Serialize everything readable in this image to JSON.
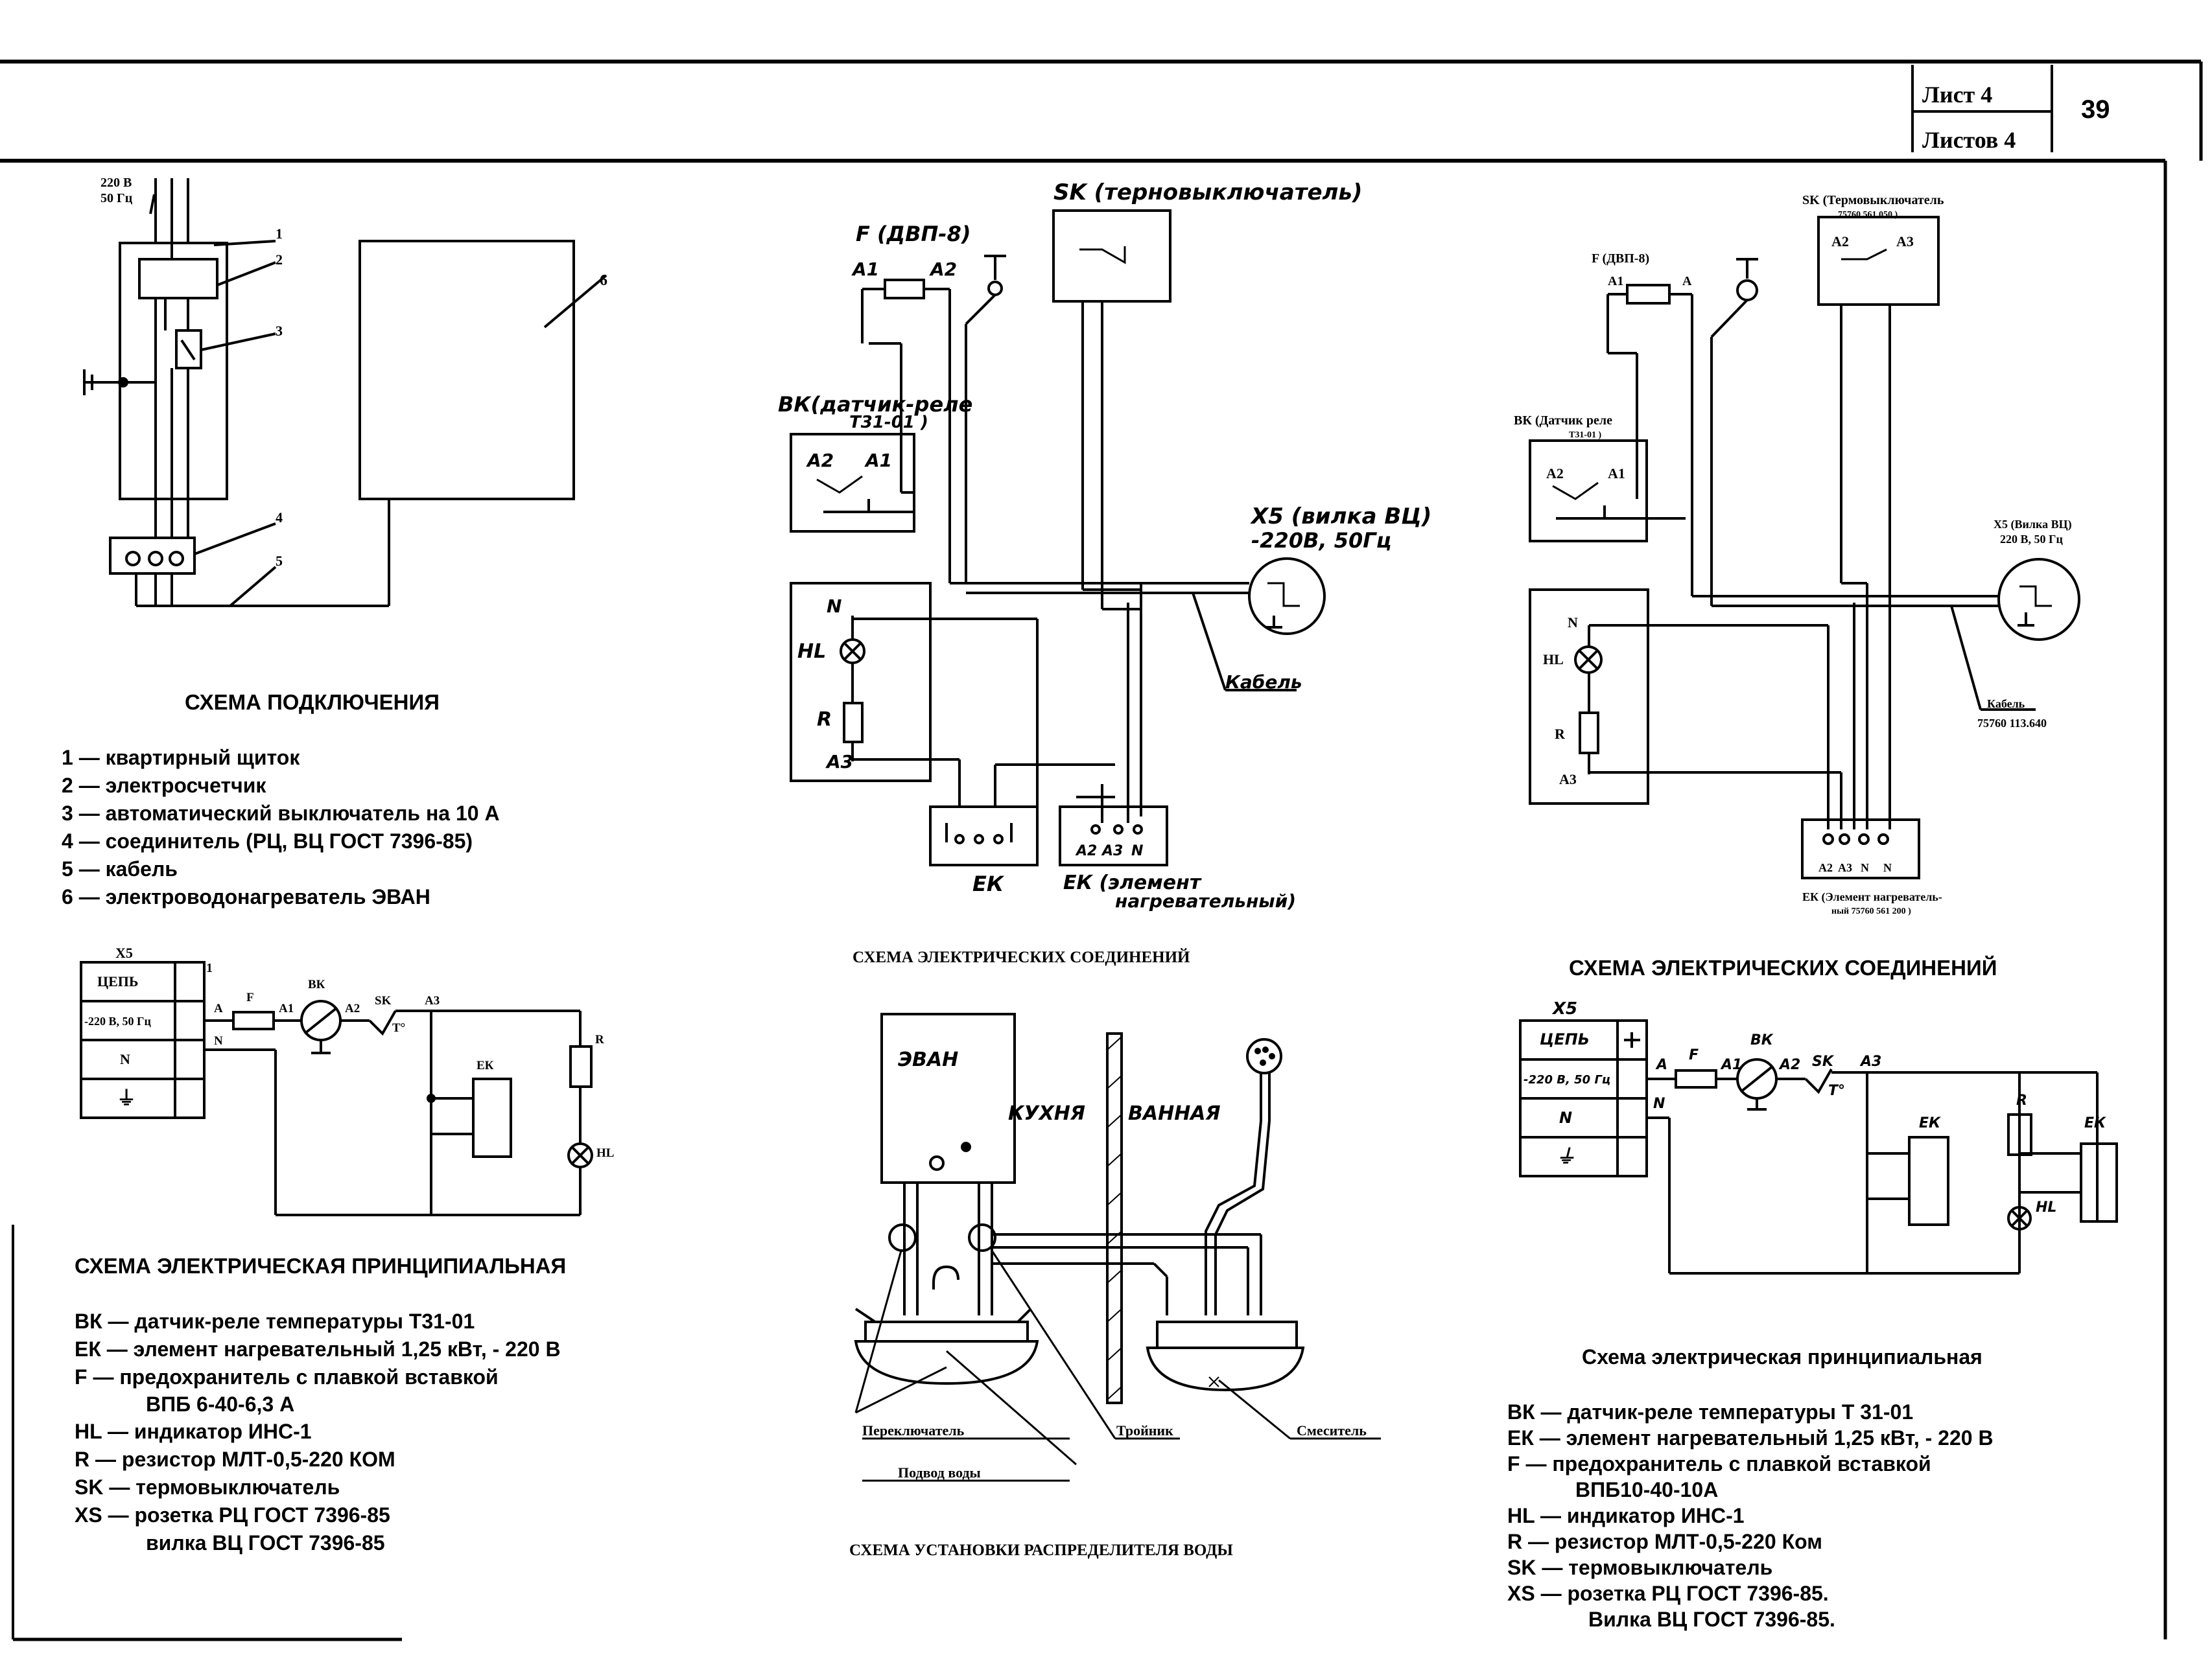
{
  "header": {
    "sheet_label": "Лист 4",
    "sheets_total_label": "Листов 4",
    "page_number": "39"
  },
  "connection": {
    "supply": [
      "220 В",
      "50 Гц"
    ],
    "callouts": [
      "1",
      "2",
      "3",
      "4",
      "5",
      "6"
    ],
    "title": "СХЕМА ПОДКЛЮЧЕНИЯ",
    "legend": [
      "1 — квартирный щиток",
      "2 — электросчетчик",
      "3 — автоматический выключатель на 10 А",
      "4 — соединитель (РЦ, ВЦ ГОСТ 7396-85)",
      "5 — кабель",
      "6 — электроводонагреватель ЭВАН"
    ]
  },
  "principal1": {
    "table": {
      "designator": "X5",
      "rows": [
        "ЦЕПЬ",
        "-220 В, 50 Гц",
        "N",
        "⏚"
      ],
      "num": "1"
    },
    "labels": [
      "A",
      "F",
      "A1",
      "ВК",
      "A2",
      "SK",
      "T°",
      "A3",
      "N",
      "ЕК",
      "R",
      "HL"
    ],
    "title": "СХЕМА ЭЛЕКТРИЧЕСКАЯ ПРИНЦИПИАЛЬНАЯ",
    "legend": [
      "ВК — датчик-реле температуры Т31-01",
      "ЕК — элемент нагревательный 1,25 кВт, - 220 В",
      "F —  предохранитель с плавкой вставкой",
      "ВПБ 6-40-6,3 А",
      "HL — индикатор ИНС-1",
      "R —  резистор МЛТ-0,5-220 КОМ",
      "SK — термовыключатель",
      "XS — розетка РЦ ГОСТ 7396-85",
      "вилка ВЦ ГОСТ 7396-85"
    ]
  },
  "wiring1": {
    "sk_label": "SK (терновыключатель)",
    "f_label": "F (ДВП-8)",
    "f_pins": [
      "A1",
      "A2"
    ],
    "bk_label": "ВК(датчик-реле",
    "bk_model": "Т31-01 )",
    "bk_pins": [
      "A2",
      "A1"
    ],
    "xs_label": "X5 (вилка ВЦ)",
    "xs_rating": "-220В, 50Гц",
    "panel_labels": [
      "N",
      "HL",
      "R",
      "A3"
    ],
    "cable_label": "Кабель",
    "ek_label": "ЕК",
    "ek2_label": "ЕК (элемент",
    "ek2_sub": "нагревательный)",
    "ek_pins": [
      "A2",
      "A3",
      "N"
    ],
    "title": "СХЕМА ЭЛЕКТРИЧЕСКИХ СОЕДИНЕНИЙ"
  },
  "wiring2": {
    "sk_label": "SK (Термовыключатель",
    "sk_sub": "75760 561 050 )",
    "f_label": "F (ДВП-8)",
    "f_pins": [
      "A1",
      "A"
    ],
    "bk_label": "ВК (Датчик реле",
    "bk_model": "Т31-01 )",
    "bk_pins": [
      "A2",
      "A1"
    ],
    "sk_pins": [
      "A2",
      "A3"
    ],
    "xs_label": "X5 (Вилка ВЦ)",
    "xs_rating": "220 В, 50 Гц",
    "panel_labels": [
      "N",
      "HL",
      "R",
      "A3"
    ],
    "cable_label": "Кабель",
    "cable_code": "75760 113.640",
    "ek_label": "ЕК (Элемент нагреватель-",
    "ek_sub": "ный 75760 561 200 )",
    "ek_pins": [
      "A2",
      "A3",
      "N",
      "N"
    ],
    "title": "СХЕМА ЭЛЕКТРИЧЕСКИХ СОЕДИНЕНИЙ"
  },
  "installation": {
    "heater": "ЭВАН",
    "kitchen": "КУХНЯ",
    "bath": "ВАННАЯ",
    "switch": "Переключатель",
    "tee": "Тройник",
    "mixer": "Смеситель",
    "supply": "Подвод воды",
    "title": "СХЕМА УСТАНОВКИ РАСПРЕДЕЛИТЕЛЯ ВОДЫ"
  },
  "principal2": {
    "table": {
      "designator": "X5",
      "rows": [
        "ЦЕПЬ",
        "-220 В, 50 Гц",
        "N",
        "⏚"
      ]
    },
    "labels": [
      "A",
      "F",
      "A1",
      "ВК",
      "A2",
      "SK",
      "T°",
      "A3",
      "N",
      "R",
      "ЕК",
      "HL",
      "ЕК"
    ],
    "title": "Схема электрическая принципиальная",
    "legend": [
      "ВК — датчик-реле температуры Т 31-01",
      "ЕК — элемент нагревательный 1,25 кВт, - 220 В",
      "F —  предохранитель с плавкой вставкой",
      "ВПБ10-40-10А",
      "HL — индикатор ИНС-1",
      "R —  резистор МЛТ-0,5-220 Ком",
      "SK — термовыключатель",
      "XS — розетка РЦ ГОСТ 7396-85.",
      "Вилка ВЦ ГОСТ 7396-85."
    ]
  }
}
